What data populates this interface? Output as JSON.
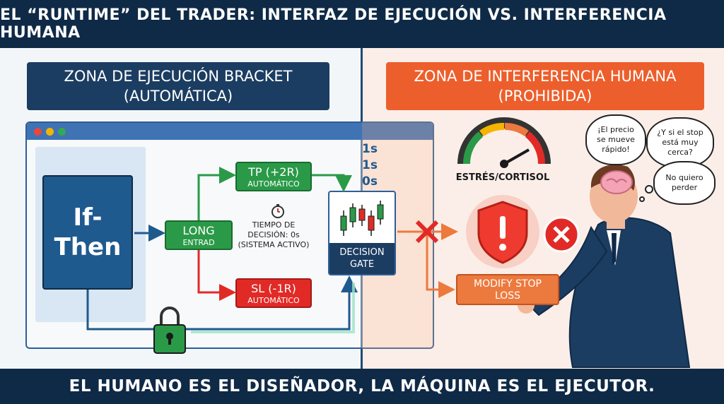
{
  "header": {
    "title": "EL “RUNTIME” DEL TRADER: INTERFAZ DE EJECUCIÓN VS. INTERFERENCIA HUMANA"
  },
  "left_zone": {
    "title_line1": "ZONA DE EJECUCIÓN BRACKET",
    "title_line2": "(AUTOMÁTICA)"
  },
  "right_zone": {
    "title_line1": "ZONA DE INTERFERENCIA HUMANA",
    "title_line2": "(PROHIBIDA)"
  },
  "flow": {
    "ifthen_line1": "If-",
    "ifthen_line2": "Then",
    "long_label": "LONG",
    "long_sub": "ENTRAD",
    "tp_label": "TP (+2R)",
    "tp_sub": "AUTOMÁTICO",
    "sl_label": "SL (-1R)",
    "sl_sub": "AUTOMÁTICO",
    "timer_line1": "TIEMPO DE",
    "timer_line2": "DECISIÓN: 0s",
    "timer_line3": "(SISTEMA ACTIVO)",
    "countdown": [
      "1s",
      "1s",
      "0s"
    ],
    "gate_line1": "DECISION",
    "gate_line2": "GATE"
  },
  "human": {
    "gauge_label": "ESTRÉS/CORTISOL",
    "modify_line1": "MODIFY STOP",
    "modify_line2": "LOSS",
    "thought1_l1": "¡El precio",
    "thought1_l2": "se mueve",
    "thought1_l3": "rápido!",
    "thought2_l1": "¿Y si el stop",
    "thought2_l2": "está muy",
    "thought2_l3": "cerca?",
    "thought3_l1": "No quiero",
    "thought3_l2": "perder"
  },
  "footer": {
    "title": "EL HUMANO ES EL DISEÑADOR, LA MÁQUINA ES EL EJECUTOR."
  },
  "colors": {
    "navy": "#0f2a46",
    "blue": "#1f5a8f",
    "green": "#2a9a48",
    "red": "#e12a26",
    "orange": "#ec5f2c",
    "peach": "#fbeee8"
  }
}
